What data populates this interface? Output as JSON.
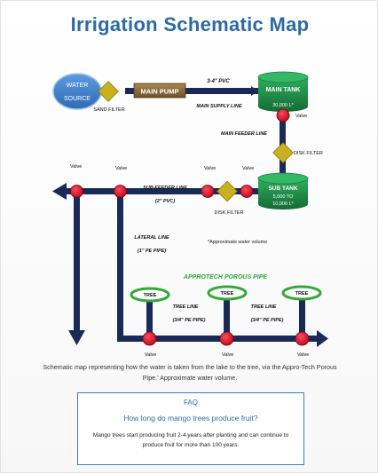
{
  "title": "Irrigation Schematic Map",
  "nodes": {
    "water_source": [
      "WATER",
      "SOURCE"
    ],
    "sand_filter": "SAND FILTER",
    "main_pump": "MAIN PUMP",
    "main_tank": "MAIN TANK",
    "main_tank_volume": "30,000 L*",
    "disk_filter_1": "DISK FILTER",
    "sub_tank": "SUB TANK",
    "sub_tank_volume": [
      "5,000 TO",
      "10,000 L*"
    ],
    "disk_filter_2": "DISK FILTER",
    "tree": "TREE"
  },
  "pipes": {
    "pvc_size": "3-4\" PVC",
    "main_supply_line": "MAIN SUPPLY LINE",
    "main_feeder_line": "MAIN FEEDER LINE",
    "sub_feeder_line": "SUB-FEEDER LINE",
    "sub_feeder_size": "(2\" PVC)",
    "lateral_line": "LATERAL LINE",
    "lateral_size": "(1\" PE PIPE)",
    "tree_line": "TREE LINE",
    "tree_line_size": "(3/4\" PE PIPE)"
  },
  "valve_label": "Valve",
  "volume_note": "*Approximate water volume",
  "porous_pipe": "APPROTECH POROUS PIPE",
  "caption": "Schematic map representing how the water is taken from the lake to the tree, via the Appro-Tech Porous Pipe.’ Approximate water volume.",
  "faq": {
    "title": "FAQ",
    "question": "How long do mango trees produce fruit?",
    "answer": "Mango trees start producing fruit 2-4 years after planting and can continue to produce fruit for more than 100 years."
  },
  "colors": {
    "pipe": "#1a2a56",
    "node_blue": "#3a7dc9",
    "filter_gold": "#c9b11e",
    "pump_brown": "#8c6d3c",
    "tank_green": "#1f8b46",
    "valve_red": "#d4132b",
    "tree_green": "#36a83a"
  }
}
